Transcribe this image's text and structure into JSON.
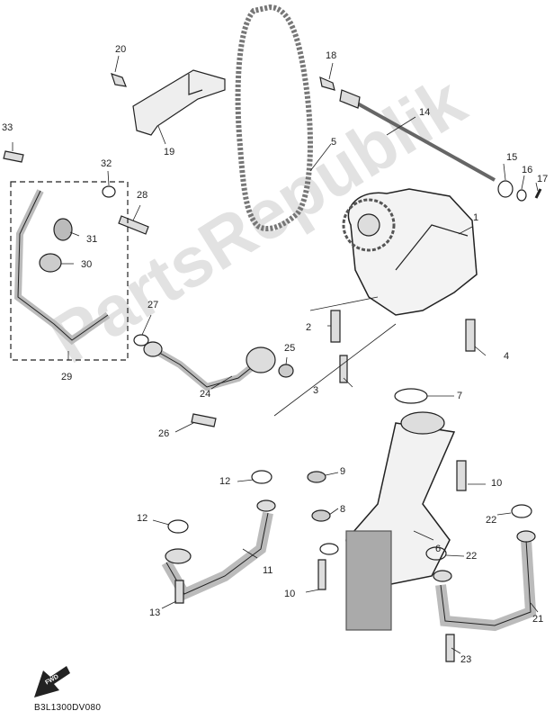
{
  "diagram": {
    "part_code": "B3L1300DV080",
    "forward_mark": "FWD",
    "watermark": "PartsRepublik",
    "callouts": [
      "1",
      "2",
      "3",
      "4",
      "5",
      "6",
      "7",
      "8",
      "9",
      "10",
      "10",
      "11",
      "12",
      "12",
      "13",
      "14",
      "15",
      "16",
      "17",
      "18",
      "19",
      "20",
      "21",
      "22",
      "22",
      "23",
      "24",
      "25",
      "26",
      "27",
      "28",
      "29",
      "30",
      "31",
      "32",
      "33"
    ]
  }
}
